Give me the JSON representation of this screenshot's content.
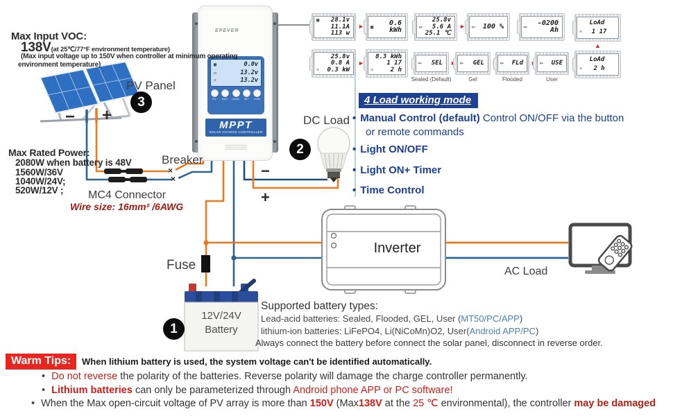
{
  "icons": {
    "arrow_right": "►",
    "arrow_up": "▲",
    "solar": "▦",
    "battery": "▭",
    "light": "☼",
    "breaker_x": "×",
    "minus": "−",
    "plus": "+"
  },
  "pv": {
    "voc_title": "Max Input VOC:",
    "voc_value": "138V",
    "voc_note_inline": "(at 25℃/77°F environment temperature)",
    "voc_note_line2": "(Max input voltage up to 150V when controller at minimum operating",
    "voc_note_line3": "environment temperature)",
    "panel_label": "PV Panel",
    "panel_step": "3",
    "power_title": "Max Rated Power:",
    "power_lines": [
      "2080W when battery is 48V",
      "1560W/36V",
      "1040W/24V;",
      "520W/12V ;"
    ],
    "mc4_label": "MC4 Connector",
    "breaker_label": "Breaker",
    "wire_size": "Wire size: 16mm² /6AWG"
  },
  "controller": {
    "brand": "EPEVER",
    "lcd": [
      {
        "icon": "solar",
        "value": "0.0v"
      },
      {
        "icon": "battery",
        "value": "13.2v"
      },
      {
        "icon": "light",
        "value": "13.2v"
      }
    ],
    "buttons": [
      "PV|−",
      "BAT|−",
      "LOAD|−",
      "SET",
      "O/ON"
    ],
    "banner": "MPPT",
    "banner_sub": "SOLAR CHARGE CONTROLLER"
  },
  "screens": {
    "row1": [
      {
        "lines": [
          {
            "icon": "solar",
            "text": "28.1v"
          },
          {
            "text": "11.1A"
          },
          {
            "text": "113 w"
          }
        ]
      },
      {
        "lines": [
          {
            "icon": "solar",
            "text": "0.6 kWh"
          }
        ]
      },
      {
        "lines": [
          {
            "text": "25.8v"
          },
          {
            "icon": "battery",
            "text": "5.6 A"
          },
          {
            "text": "25.1 ℃"
          }
        ]
      },
      {
        "lines": [
          {
            "icon": "battery",
            "text": "100 %"
          }
        ]
      },
      {
        "lines": [
          {
            "icon": "battery",
            "text": "-0200 Ah"
          }
        ]
      },
      {
        "lines": [
          {
            "text": "LoAd"
          },
          {
            "icon": "light",
            "text": "1 17"
          }
        ]
      }
    ],
    "row2": [
      {
        "lines": [
          {
            "text": "25.8v"
          },
          {
            "text": "0.8 A"
          },
          {
            "icon": "light",
            "text": "0.3 kW"
          }
        ]
      },
      {
        "lines": [
          {
            "text": "8.3 kWh"
          },
          {
            "text": "1 17"
          },
          {
            "icon": "light",
            "text": "2 h"
          }
        ]
      }
    ],
    "battery_types": [
      {
        "value": "SEL",
        "label": "Sealed (Default)"
      },
      {
        "value": "GEL",
        "label": "Gel"
      },
      {
        "value": "FLd",
        "label": "Flooded"
      },
      {
        "value": "USE",
        "label": "User"
      }
    ],
    "load_screen_2": {
      "lines": [
        {
          "text": "LoAd"
        },
        {
          "icon": "light",
          "text": "2 h"
        }
      ]
    }
  },
  "load_modes": {
    "title": "4 Load working mode",
    "item1_bold": "Manual Control (default)",
    "item1_rest": " Control ON/OFF  via the button",
    "item1_line2": "or remote commands",
    "item2": "Light ON/OFF",
    "item3": "Light ON+ Timer",
    "item4": "Time Control"
  },
  "labels": {
    "dc_load": "DC Load",
    "dc_step": "2",
    "fuse": "Fuse",
    "inverter": "Inverter",
    "ac_load": "AC Load",
    "battery_line1": "12V/24V",
    "battery_line2": "Battery",
    "battery_step": "1"
  },
  "battery_info": {
    "title": "Supported battery types:",
    "lead_prefix": "Lead-acid batteries: Sealed, Flooded, GEL, User (",
    "lead_link": "MT50/PC/APP",
    "lead_suffix": ")",
    "li_prefix": "lithium-ion batteries: LiFePO4, Li(NiCoMn)O2, User(",
    "li_link": "Android APP/PC",
    "li_suffix": ")",
    "note": "Always connect the battery before connect the solar panel, disconnect in reverse order."
  },
  "warm_tips": {
    "badge": "Warm Tips:",
    "headline": "When lithium battery is used, the system voltage can't be identified automatically.",
    "b1_red": "Do not reverse",
    "b1_rest": " the polarity of the batteries. Reverse polarity will damage the charge controller permanently.",
    "b2_red": "Lithium batteries",
    "b2_mid": " can only be parameterized through ",
    "b2_red2": "Android phone APP or PC software!",
    "b3_p1": "When the Max open-circuit voltage of PV array is more than ",
    "b3_red1": "150V",
    "b3_p2": " (Max",
    "b3_red2": "138V",
    "b3_p3": " at the ",
    "b3_red3": "25 ℃",
    "b3_p4": " environmental), the controller ",
    "b3_red4": "may be damaged"
  },
  "colors": {
    "wire_positive": "#e87b1e",
    "wire_negative": "#2b6391",
    "navy_text": "#1c3f8f",
    "banner_bg": "#1e4191",
    "red_accent": "#cc1f1a",
    "controller_blue": "#2f64ad"
  }
}
